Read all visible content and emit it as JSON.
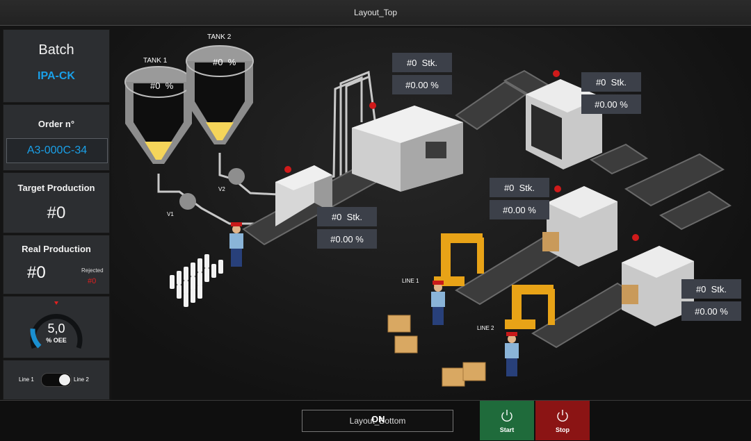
{
  "header": {
    "title": "Layout_Top"
  },
  "sidebar": {
    "batch": {
      "label": "Batch",
      "value": "IPA-CK"
    },
    "order": {
      "label": "Order n°",
      "value": "A3-000C-34"
    },
    "target": {
      "label": "Target Production",
      "value": "#0"
    },
    "real": {
      "label": "Real Production",
      "value": "#0",
      "rejected_label": "Rejected",
      "rejected_value": "#0"
    },
    "oee": {
      "value": "5,0",
      "label": "% OEE",
      "fraction": 0.05
    },
    "line_switch": {
      "left": "Line 1",
      "right": "Line 2",
      "state": "right"
    }
  },
  "plant": {
    "tanks": [
      {
        "name": "TANK 1",
        "value": "#0",
        "unit": "%"
      },
      {
        "name": "TANK 2",
        "value": "#0",
        "unit": "%"
      }
    ],
    "valves": [
      "V1",
      "V2"
    ],
    "lines": [
      "LINE 1",
      "LINE 2"
    ],
    "counters": [
      {
        "stk": "#0",
        "stk_unit": "Stk.",
        "pct": "#0.00",
        "pct_unit": "%"
      },
      {
        "stk": "#0",
        "stk_unit": "Stk.",
        "pct": "#0.00",
        "pct_unit": "%"
      },
      {
        "stk": "#0",
        "stk_unit": "Stk.",
        "pct": "#0.00",
        "pct_unit": "%"
      },
      {
        "stk": "#0",
        "stk_unit": "Stk.",
        "pct": "#0.00",
        "pct_unit": "%"
      },
      {
        "stk": "#0",
        "stk_unit": "Stk.",
        "pct": "#0.00",
        "pct_unit": "%"
      }
    ]
  },
  "footer": {
    "layout_label": "Layout_Bottom",
    "on_label": "ON",
    "start_label": "Start",
    "stop_label": "Stop",
    "colors": {
      "start": "#1f6b3b",
      "stop": "#8b1414",
      "accent": "#1aa0e8"
    }
  }
}
